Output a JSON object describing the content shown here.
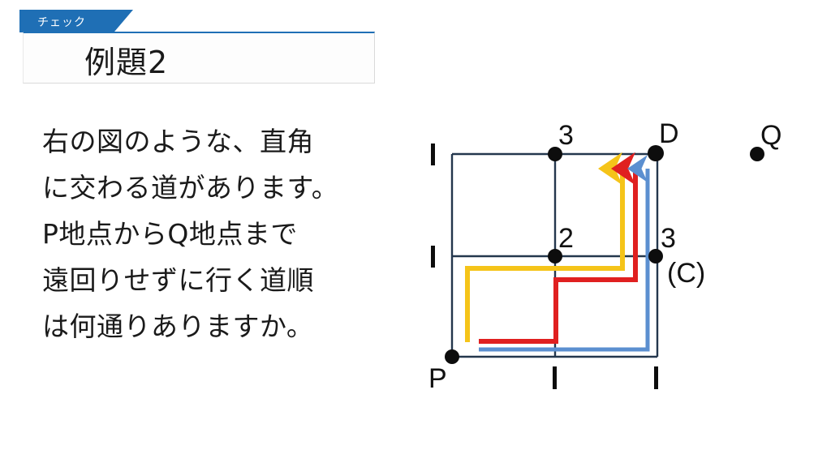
{
  "header": {
    "tab_label": "チェック",
    "title": "例題2",
    "accent_color": "#1f6fb5"
  },
  "problem": {
    "lines": [
      "右の図のような、直角",
      "に交わる道があります。",
      "P地点からQ地点まで",
      "遠回りせずに行く道順",
      "は何通りありますか。"
    ]
  },
  "figure": {
    "grid_color": "#24374d",
    "dot_color": "#0d0d0d",
    "labels": {
      "p": "P",
      "q": "Q",
      "d": "D",
      "c": "(C)",
      "top_three": "3",
      "center_two": "2",
      "right_three": "3",
      "tick_top_left": "l",
      "tick_mid_left": "l",
      "tick_bottom_mid": "l",
      "tick_bottom_right": "l"
    },
    "paths": [
      {
        "name": "yellow-route",
        "color": "#f5c419"
      },
      {
        "name": "red-route",
        "color": "#e02020"
      },
      {
        "name": "blue-route",
        "color": "#5b8fd0"
      }
    ]
  }
}
